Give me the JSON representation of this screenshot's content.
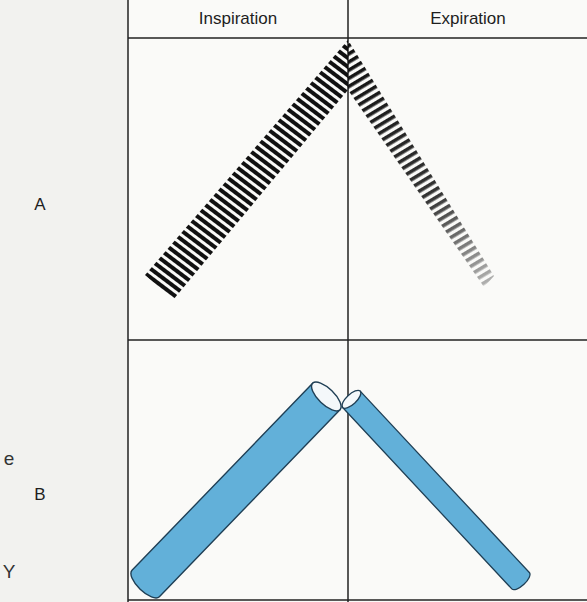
{
  "diagram": {
    "labels": [
      "Inspiration",
      "Expiration",
      "A",
      "B",
      "e",
      "Y"
    ]
  }
}
